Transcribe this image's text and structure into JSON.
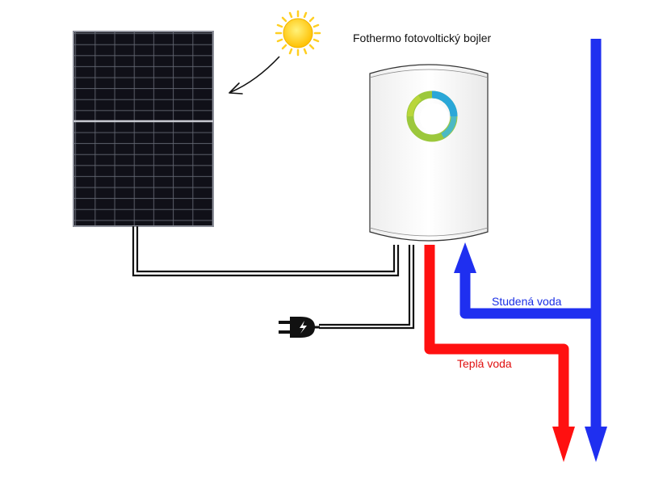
{
  "diagram": {
    "title": "Fothermo fotovoltický bojler",
    "cold_water_label": "Studená voda",
    "hot_water_label": "Teplá voda"
  },
  "colors": {
    "cold_pipe": "#1f2ff0",
    "hot_pipe": "#ff1010",
    "cable": "#111111",
    "panel": "#15151c",
    "sun": "#ffd21a",
    "boiler": "#fbfbfb"
  },
  "icons": [
    "sun-icon",
    "solar-panel-icon",
    "boiler-logo-icon",
    "power-plug-icon"
  ]
}
